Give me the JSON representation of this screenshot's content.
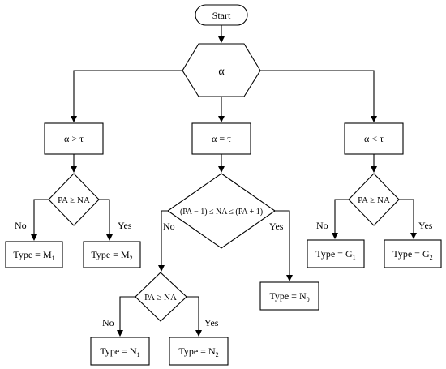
{
  "diagram": {
    "start": "Start",
    "alpha": "α",
    "cond_left": "α > τ",
    "cond_mid": "α = τ",
    "cond_right": "α < τ",
    "decision_left": "PA ≥ NA",
    "decision_mid": "(PA − 1) ≤ NA ≤ (PA + 1)",
    "decision_bottom": "PA ≥ NA",
    "decision_right": "PA ≥ NA",
    "no": "No",
    "yes": "Yes",
    "type_prefix": "Type = ",
    "outcomes": {
      "m1": {
        "letter": "M",
        "sub": "1"
      },
      "m2": {
        "letter": "M",
        "sub": "2"
      },
      "n0": {
        "letter": "N",
        "sub": "0"
      },
      "n1": {
        "letter": "N",
        "sub": "1"
      },
      "n2": {
        "letter": "N",
        "sub": "2"
      },
      "g1": {
        "letter": "G",
        "sub": "1"
      },
      "g2": {
        "letter": "G",
        "sub": "2"
      }
    }
  }
}
